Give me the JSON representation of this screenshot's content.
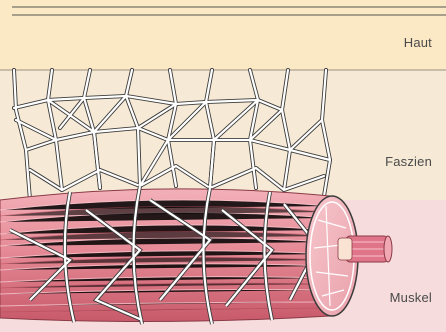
{
  "labels": {
    "skin": "Haut",
    "fascia": "Faszien",
    "muscle": "Muskel"
  },
  "colors": {
    "skin_band": "#fbe8c4",
    "fascia_band": "#f6ead6",
    "muscle_band": "#f6dcdc",
    "muscle_fiber": "#e68b97",
    "muscle_fiber_dark": "#c85a6a",
    "fascia_mesh": "#ffffff",
    "outline": "#3b3b3b"
  }
}
